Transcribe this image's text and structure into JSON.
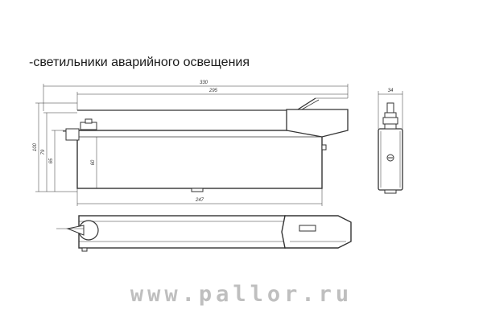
{
  "heading": "-светильники аварийного освещения",
  "dimensions": {
    "overall_length": "330",
    "body_length": "295",
    "base_length": "247",
    "height_total": "100",
    "height_mid": "79",
    "height_low": "65",
    "body_height": "60",
    "side_width": "34"
  },
  "watermark": "www.pallor.ru"
}
